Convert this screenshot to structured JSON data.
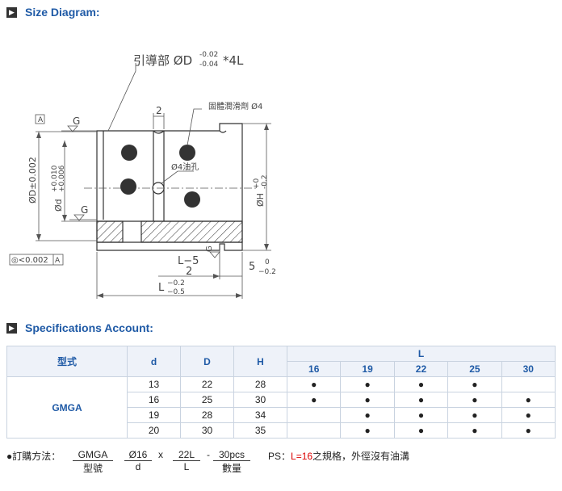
{
  "sections": {
    "size_title": "Size Diagram:",
    "spec_title": "Specifications Account:"
  },
  "diagram": {
    "lead": "引導部 ØD",
    "lead_tol_top": "-0.02",
    "lead_tol_bot": "-0.04",
    "lead_len": "*4L",
    "solid_lub": "固體潤滑劑 Ø4",
    "oil_hole": "Ø4油孔",
    "datum": "A",
    "g_top": "G",
    "g_mid": "G",
    "g_low": "G",
    "dim_2": "2",
    "dim_D": "ØD±0.002",
    "dim_d": "Ød",
    "dim_d_tol_top": "+0.010",
    "dim_d_tol_bot": "+0.006",
    "dim_H": "ØH",
    "dim_H_tol_top": "+0",
    "dim_H_tol_bot": "-0.2",
    "concentric": "◎<0.002",
    "concentric_ref": "A",
    "half_L": "L−5",
    "half_den": "2",
    "dim_5": "5",
    "dim_5_top": "0",
    "dim_5_bot": "−0.2",
    "dim_L": "L",
    "dim_L_top": "−0.2",
    "dim_L_bot": "−0.5"
  },
  "table": {
    "headers": {
      "model": "型式",
      "d": "d",
      "D": "D",
      "H": "H",
      "L": "L"
    },
    "L_values": [
      "16",
      "19",
      "22",
      "25",
      "30"
    ],
    "model": "GMGA",
    "rows": [
      {
        "d": "13",
        "D": "22",
        "H": "28",
        "marks": [
          "●",
          "●",
          "●",
          "●",
          ""
        ]
      },
      {
        "d": "16",
        "D": "25",
        "H": "30",
        "marks": [
          "●",
          "●",
          "●",
          "●",
          "●"
        ]
      },
      {
        "d": "19",
        "D": "28",
        "H": "34",
        "marks": [
          "",
          "●",
          "●",
          "●",
          "●"
        ]
      },
      {
        "d": "20",
        "D": "30",
        "H": "35",
        "marks": [
          "",
          "●",
          "●",
          "●",
          "●"
        ]
      }
    ]
  },
  "order": {
    "label": "●訂購方法：",
    "model_val": "GMGA",
    "model_cap": "型號",
    "d_val": "Ø16",
    "d_cap": "d",
    "x": "x",
    "L_val": "22L",
    "L_cap": "L",
    "dash": "-",
    "qty_val": "30pcs",
    "qty_cap": "數量",
    "ps_prefix": "PS：",
    "ps_red": "L=16",
    "ps_rest": "之規格，外徑沒有油溝"
  }
}
